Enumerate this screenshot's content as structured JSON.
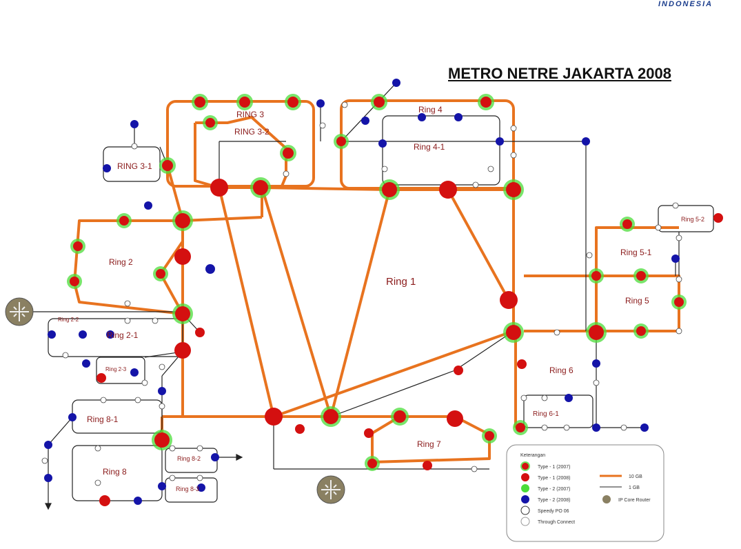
{
  "header": {
    "title": "METRO NETRE JAKARTA 2008",
    "logo_text": "INDONESIA"
  },
  "rings": [
    {
      "id": "ring1",
      "label": "Ring 1"
    },
    {
      "id": "ring2",
      "label": "Ring 2"
    },
    {
      "id": "ring2-1",
      "label": "Ring 2-1"
    },
    {
      "id": "ring2-2",
      "label": "Ring 2-2"
    },
    {
      "id": "ring2-3",
      "label": "Ring 2-3"
    },
    {
      "id": "ring3",
      "label": "RING 3"
    },
    {
      "id": "ring3-1",
      "label": "RING 3-1"
    },
    {
      "id": "ring3-2",
      "label": "RING 3-2"
    },
    {
      "id": "ring4",
      "label": "Ring 4"
    },
    {
      "id": "ring4-1",
      "label": "Ring 4-1"
    },
    {
      "id": "ring5",
      "label": "Ring 5"
    },
    {
      "id": "ring5-1",
      "label": "Ring 5-1"
    },
    {
      "id": "ring5-2",
      "label": "Ring 5-2"
    },
    {
      "id": "ring6",
      "label": "Ring 6"
    },
    {
      "id": "ring6-1",
      "label": "Ring 6-1"
    },
    {
      "id": "ring7",
      "label": "Ring 7"
    },
    {
      "id": "ring8",
      "label": "Ring 8"
    },
    {
      "id": "ring8-1",
      "label": "Ring 8-1"
    },
    {
      "id": "ring8-2",
      "label": "Ring 8-2"
    },
    {
      "id": "ring8-3",
      "label": "Ring 8-3"
    }
  ],
  "legend": {
    "title": "Keterangan",
    "items": [
      {
        "label": "Type - 1 (2007)"
      },
      {
        "label": "Type - 1 (2008)"
      },
      {
        "label": "Type - 2 (2007)"
      },
      {
        "label": "Type - 2 (2008)"
      },
      {
        "label": "Speedy PO 06"
      },
      {
        "label": "Through Connect"
      }
    ],
    "lines": [
      {
        "label": "10 GB"
      },
      {
        "label": "1 GB"
      }
    ],
    "router_label": "IP Core Router"
  },
  "colors": {
    "ring_line": "#e8731f",
    "link_line": "#222222",
    "node_red": "#d41010",
    "node_blue": "#1414a8",
    "node_glow": "#4cdc3a",
    "router": "#8a8062"
  }
}
